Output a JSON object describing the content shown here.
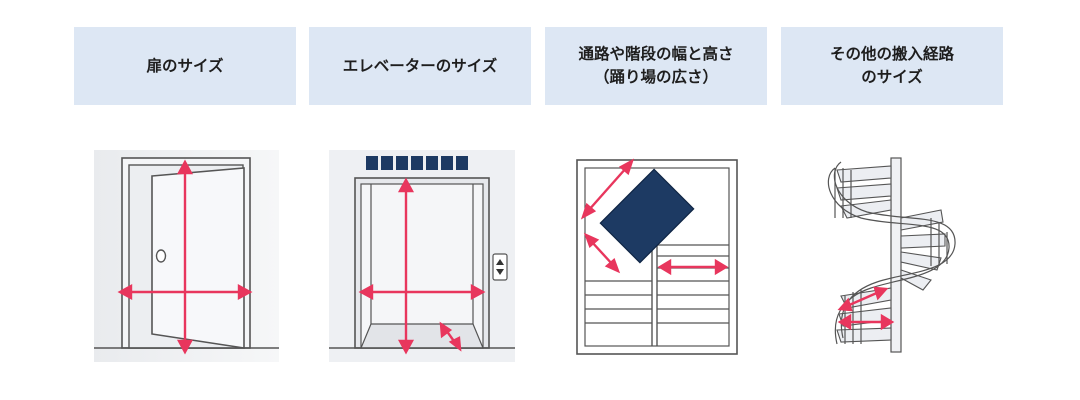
{
  "labels": {
    "door": "扉のサイズ",
    "elevator": "エレベーターのサイズ",
    "stairs": "通路や階段の幅と高さ\n（踊り場の広さ）",
    "other": "その他の搬入経路\nのサイズ"
  },
  "icons": {
    "door": "door-icon",
    "elevator": "elevator-icon",
    "stairs": "stairs-landing-icon",
    "other": "spiral-staircase-icon"
  },
  "colors": {
    "label_bg": "#dde7f4",
    "arrow": "#e8365d",
    "line": "#555555",
    "wall": "#e4e6ea",
    "panel_blue": "#1d3a63"
  }
}
